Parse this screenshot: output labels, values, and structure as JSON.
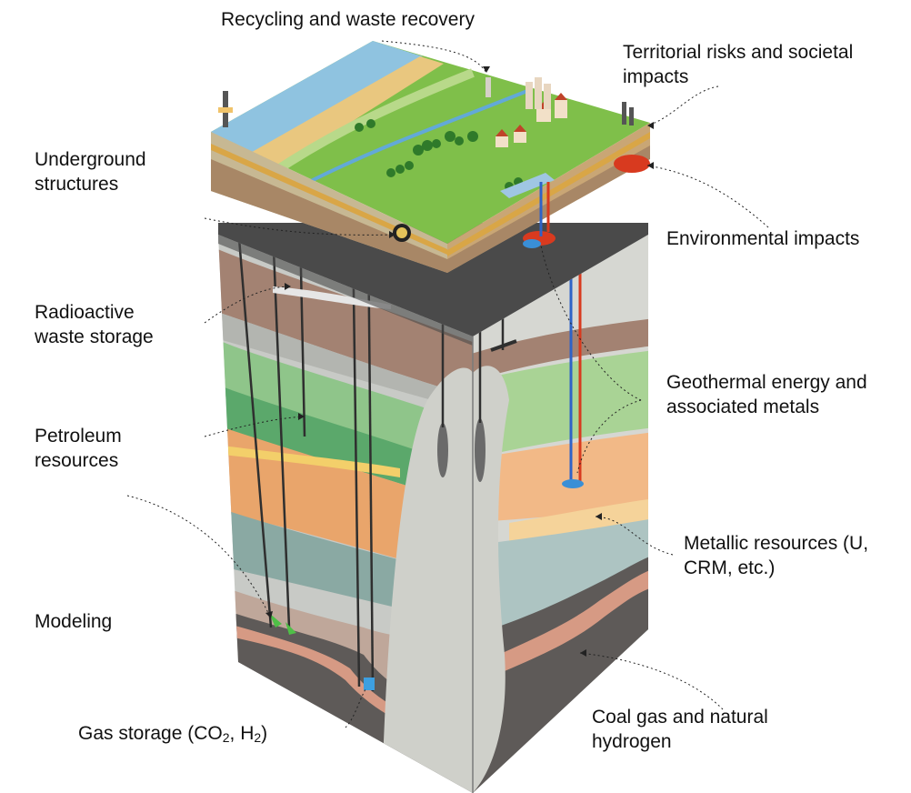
{
  "labels": {
    "recycling": "Recycling and waste recovery",
    "territorial": [
      "Territorial risks and societal",
      "impacts"
    ],
    "underground": [
      "Underground",
      "structures"
    ],
    "environmental": "Environmental impacts",
    "radioactive": [
      "Radioactive",
      "waste storage"
    ],
    "geothermal": [
      "Geothermal energy and",
      "associated metals"
    ],
    "petroleum": [
      "Petroleum",
      "resources"
    ],
    "metallic": [
      "Metallic resources (U,",
      "CRM, etc.)"
    ],
    "modeling": "Modeling",
    "gas_storage": {
      "prefix": "Gas storage (CO",
      "sub1": "2",
      "mid": ", H",
      "sub2": "2",
      "suffix": ")"
    },
    "coal": [
      "Coal gas and natural",
      "hydrogen"
    ]
  },
  "colors": {
    "grass": "#7fbf4a",
    "sea": "#8fc3e0",
    "sand": "#e9c77f",
    "dark_band": "#5e5a58",
    "brown_band": "#a38272",
    "green_band": "#5ba86b",
    "orange_band": "#e9a56b",
    "salt_dome": "#cfd0ca",
    "hot_spot": "#d83a1f",
    "geo_blue": "#3a8fd6"
  }
}
